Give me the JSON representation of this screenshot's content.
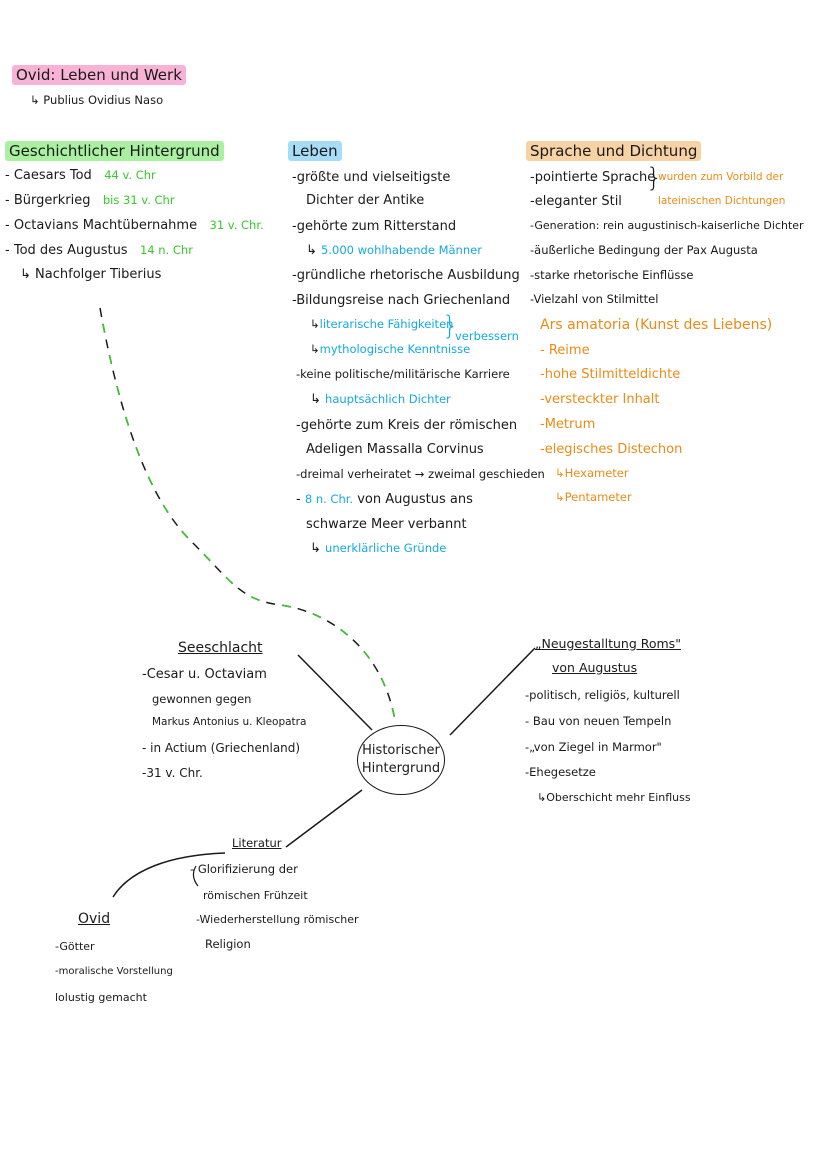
{
  "title": "Ovid: Leben und Werk",
  "subtitle": "Publius Ovidius Naso",
  "arrow": "↳",
  "dash": "-",
  "geschichte": {
    "heading": "Geschichtlicher Hintergrund",
    "i1": "Caesars Tod",
    "i1v": "44 v. Chr",
    "i2": "Bürgerkrieg",
    "i2v": "bis 31 v. Chr",
    "i3": "Octavians Machtübernahme",
    "i3v": "31 v. Chr.",
    "i4": "Tod des Augustus",
    "i4v": "14 n. Chr",
    "i5": "Nachfolger Tiberius"
  },
  "leben": {
    "heading": "Leben",
    "l1": "größte und vielseitigste",
    "l2": "Dichter der Antike",
    "l3": "gehörte zum Ritterstand",
    "l4": "5.000 wohlhabende Männer",
    "l5": "gründliche rhetorische Ausbildung",
    "l6": "Bildungsreise nach Griechenland",
    "l7": "literarische Fähigkeiten",
    "l8": "mythologische Kenntnisse",
    "l8b": "verbessern",
    "l9": "keine politische/militärische Karriere",
    "l10": "hauptsächlich Dichter",
    "l11": "gehörte zum Kreis der römischen",
    "l12": "Adeligen Massalla Corvinus",
    "l13": "dreimal verheiratet",
    "l13b": "zweimal geschieden",
    "l14v": "8 n. Chr.",
    "l14": "von Augustus ans",
    "l15": "schwarze Meer verbannt",
    "l16": "unerklärliche Gründe"
  },
  "sprache": {
    "heading": "Sprache und Dichtung",
    "s1": "pointierte Sprache",
    "s2": "eleganter Stil",
    "s1b": "wurden zum Vorbild der",
    "s2b": "lateinischen Dichtungen",
    "s3": "Generation: rein augustinisch-kaiserliche Dichter",
    "s4": "äußerliche Bedingung der Pax Augusta",
    "s5": "starke rhetorische Einflüsse",
    "s6": "Vielzahl von Stilmittel",
    "s7": "Ars amatoria (Kunst des Liebens)",
    "s8": "Reime",
    "s9": "hohe Stilmitteldichte",
    "s10": "versteckter Inhalt",
    "s11": "Metrum",
    "s12": "elegisches Distechon",
    "s13": "Hexameter",
    "s14": "Pentameter"
  },
  "center": {
    "line1": "Historischer",
    "line2": "Hintergrund"
  },
  "seeschlacht": {
    "heading": "Seeschlacht",
    "a1": "Cesar u. Octaviam",
    "a2": "gewonnen gegen",
    "a3": "Markus Antonius u. Kleopatra",
    "a4": "in Actium (Griechenland)",
    "a5": "31 v. Chr."
  },
  "neugestaltung": {
    "heading1": "„Neugestalltung Roms\"",
    "heading2": "von Augustus",
    "n1": "politisch, religiös, kulturell",
    "n2": "Bau von neuen Tempeln",
    "n3": "„von Ziegel in Marmor\"",
    "n4": "Ehegesetze",
    "n5": "Oberschicht mehr Einfluss"
  },
  "literatur": {
    "heading": "Literatur",
    "r1": "Glorifizierung der",
    "r2": "römischen Frühzeit",
    "r3": "Wiederherstellung römischer",
    "r4": "Religion"
  },
  "ovid": {
    "heading": "Ovid",
    "o1": "Götter",
    "o2": "moralische Vorstellung",
    "o3": "lolustig gemacht"
  },
  "colors": {
    "pink": "#f7b2d5",
    "green": "#36c82a",
    "blue": "#14a9e0",
    "orange": "#ea8b17"
  }
}
